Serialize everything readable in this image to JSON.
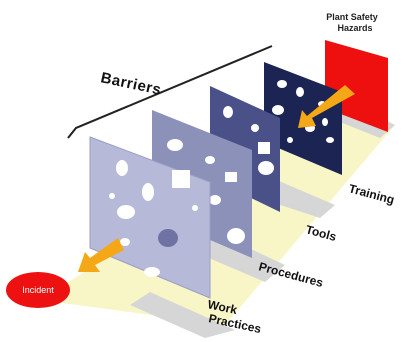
{
  "diagram": {
    "barriers_label": "Barriers",
    "hazard_label_line1": "Plant Safety",
    "hazard_label_line2": "Hazards",
    "incident_label": "Incident",
    "layers": [
      {
        "label_line1": "Training",
        "label_line2": "",
        "color": "#1c2453"
      },
      {
        "label_line1": "Tools",
        "label_line2": "",
        "color": "#4a5188"
      },
      {
        "label_line1": "Procedures",
        "label_line2": "",
        "color": "#8c91ba"
      },
      {
        "label_line1": "Work",
        "label_line2": "Practices",
        "color": "#b6b9d8"
      }
    ],
    "colors": {
      "hazard_red": "#ee0f0f",
      "incident_red": "#ee1111",
      "arrow_orange": "#f4a817",
      "shadow": "#d6d6d6",
      "floor_yellow": "#f8f6c6"
    }
  }
}
